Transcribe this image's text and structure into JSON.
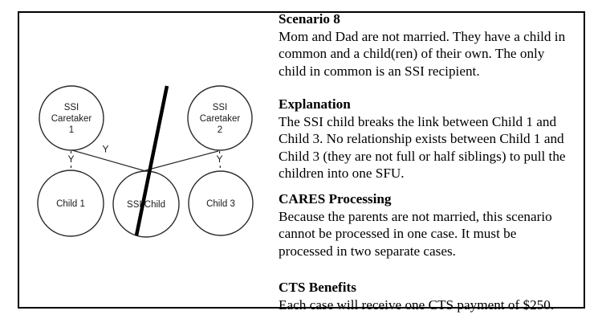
{
  "diagram": {
    "relationship_label": "Y",
    "nodes": {
      "caretaker1": {
        "line1": "SSI",
        "line2": "Caretaker",
        "line3": "1"
      },
      "caretaker2": {
        "line1": "SSI",
        "line2": "Caretaker",
        "line3": "2"
      },
      "child1": {
        "label": "Child 1"
      },
      "ssi_child": {
        "label": "SSI Child"
      },
      "child3": {
        "label": "Child 3"
      }
    },
    "colors": {
      "stroke": "#2b2b2b",
      "break_line": "#000000"
    }
  },
  "sections": [
    {
      "heading": "Scenario 8",
      "lines": [
        "Mom and Dad are not married. They have a child in",
        "common and a child(ren) of their own. The only",
        "child in common is an SSI recipient."
      ]
    },
    {
      "heading": "Explanation",
      "lines": [
        "The SSI child breaks the link between Child 1 and",
        "Child 3. No relationship exists between Child 1 and",
        "Child 3 (they are not full or half siblings) to pull the",
        "children into one SFU."
      ]
    },
    {
      "heading": "CARES Processing",
      "lines": [
        "Because the parents are not married, this scenario",
        "cannot be processed in one case. It must be",
        "processed in two separate cases."
      ]
    },
    {
      "heading": "CTS Benefits",
      "lines": [
        "Each case will receive one CTS payment of $250."
      ]
    }
  ]
}
